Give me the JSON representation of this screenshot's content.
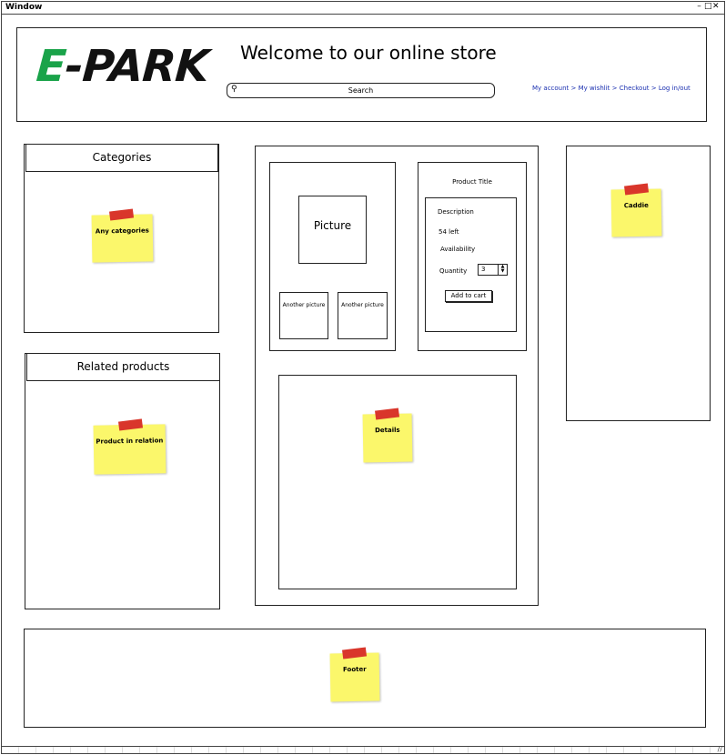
{
  "window": {
    "title": "Window",
    "controls": [
      "–",
      "□",
      "✕"
    ],
    "resize_glyph": "//"
  },
  "header": {
    "logo_e": "E",
    "logo_dash": "-",
    "logo_park": "PARK",
    "welcome": "Welcome to our online store",
    "search_placeholder": "Search",
    "search_icon": "🔍",
    "links": [
      "My account",
      "My wishlit",
      "Checkout",
      "Log in/out"
    ],
    "separator": " > "
  },
  "categories": {
    "title": "Categories",
    "note": "Any categories"
  },
  "related": {
    "title": "Related products",
    "note": "Product in relation"
  },
  "product": {
    "picture": "Picture",
    "another_picture_1": "Another picture",
    "another_picture_2": "Another picture",
    "title": "Product Title",
    "description": "Description",
    "stock": "54 left",
    "availability": "Availability",
    "quantity_label": "Quantity",
    "quantity_value": "3",
    "add_to_cart": "Add to cart",
    "details_note": "Details"
  },
  "caddie": {
    "note": "Caddie"
  },
  "footer": {
    "note": "Footer"
  },
  "colors": {
    "logo_green": "#1aa34a",
    "link_blue": "#1a2fb0",
    "sticky_yellow": "#fbf76b",
    "tape_red": "#d9362b"
  }
}
